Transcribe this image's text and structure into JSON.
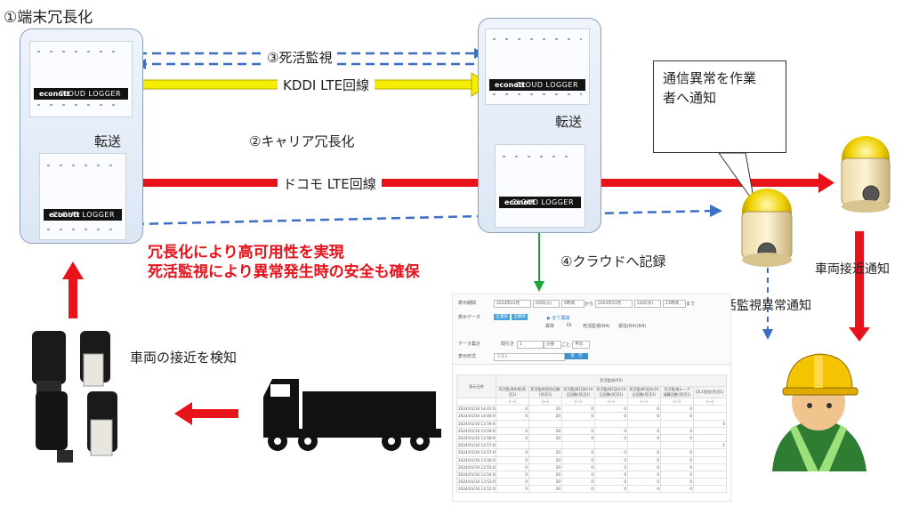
{
  "labels": {
    "terminal_redundancy": "①端末冗長化",
    "heartbeat": "③死活監視",
    "kddi_line": "KDDI LTE回線",
    "transfer_left": "転送",
    "transfer_right": "転送",
    "carrier_redundancy": "②キャリア冗長化",
    "docomo_line": "ドコモ LTE回線",
    "cloud_record": "④クラウドへ記録",
    "vehicle_detect": "車両の接近を検知",
    "vehicle_notify": "車両接近通知",
    "heartbeat_alert": "死活監視異常通知"
  },
  "callout": {
    "line1": "通信異常を作業",
    "line2": "者へ通知"
  },
  "headline": {
    "line1": "冗長化により高可用性を実現",
    "line2": "死活監視により異常発生時の安全も確保"
  },
  "device": {
    "logo": "econott",
    "name": "CLOUD LOGGER"
  },
  "screenshot": {
    "period_label": "表示期間",
    "date_from": "2024年01月",
    "day_from": "09日(火)",
    "hour_from": "0時頃",
    "sep": "から",
    "date_to": "2024年01月",
    "day_to": "24日(水)",
    "hour_to": "23時頃",
    "end": "まで",
    "data_label": "表示データ",
    "btn_all": "全選択",
    "btn_clear": "全解除",
    "link_all": "▶ 全て展開",
    "cb1": "異常",
    "cb2": "DI",
    "cb3": "死活監視(R4)",
    "cb4": "受信(R4)(R4)",
    "agg_label": "データ集計",
    "agg_opt": "間引き",
    "agg_val": "1",
    "agg_unit": "分値",
    "agg_sep": "ごと",
    "agg_mode": "平均",
    "fmt_label": "表示形式",
    "fmt_val": "リスト",
    "run": "実　行",
    "group_header": "死活監視(R4)",
    "time_header": "表示日時",
    "columns": [
      "死活監視状態(死活1)",
      "死活監視受信回数(死活1)",
      "死活監視1回の1X日回数(死活1)",
      "死活監視2回の1X日回数(死活1)",
      "死活監視3回の1X日回数(死活1)",
      "死活監視ループ 通算回数(死活1)",
      "DI,1受信(死活1)"
    ],
    "units": [
      "(ー)",
      "(ー)",
      "(ー)",
      "(ー)",
      "(ー)",
      "(ー)",
      "(ー)"
    ],
    "rows": [
      [
        "2024/01/16 14:01:00",
        "0",
        "20",
        "0",
        "0",
        "0",
        "0",
        ""
      ],
      [
        "2024/01/16 14:00:00",
        "0",
        "20",
        "0",
        "0",
        "0",
        "0",
        ""
      ],
      [
        "2024/01/16 13:59:40",
        "",
        "",
        "",
        "",
        "",
        "",
        "0"
      ],
      [
        "2024/01/16 13:59:00",
        "0",
        "20",
        "0",
        "0",
        "0",
        "0",
        ""
      ],
      [
        "2024/01/16 13:58:00",
        "0",
        "20",
        "0",
        "0",
        "0",
        "0",
        ""
      ],
      [
        "2024/01/16 13:57:00",
        "",
        "",
        "",
        "",
        "",
        "",
        "1"
      ],
      [
        "2024/01/16 13:57:00",
        "0",
        "20",
        "0",
        "0",
        "0",
        "0",
        ""
      ],
      [
        "2024/01/16 13:56:00",
        "0",
        "20",
        "0",
        "0",
        "0",
        "0",
        ""
      ],
      [
        "2024/01/16 13:55:00",
        "0",
        "20",
        "0",
        "0",
        "0",
        "0",
        ""
      ],
      [
        "2024/01/16 13:54:00",
        "0",
        "20",
        "0",
        "0",
        "0",
        "0",
        ""
      ],
      [
        "2024/01/16 13:53:00",
        "0",
        "20",
        "0",
        "0",
        "0",
        "0",
        ""
      ],
      [
        "2024/01/16 13:52:00",
        "0",
        "20",
        "0",
        "0",
        "0",
        "0",
        ""
      ]
    ]
  },
  "colors": {
    "red": "#e8121a",
    "yellow": "#f5ee00",
    "blue_dash": "#3a6fc2",
    "green": "#19a533",
    "panel_border": "#8aa0bd"
  }
}
